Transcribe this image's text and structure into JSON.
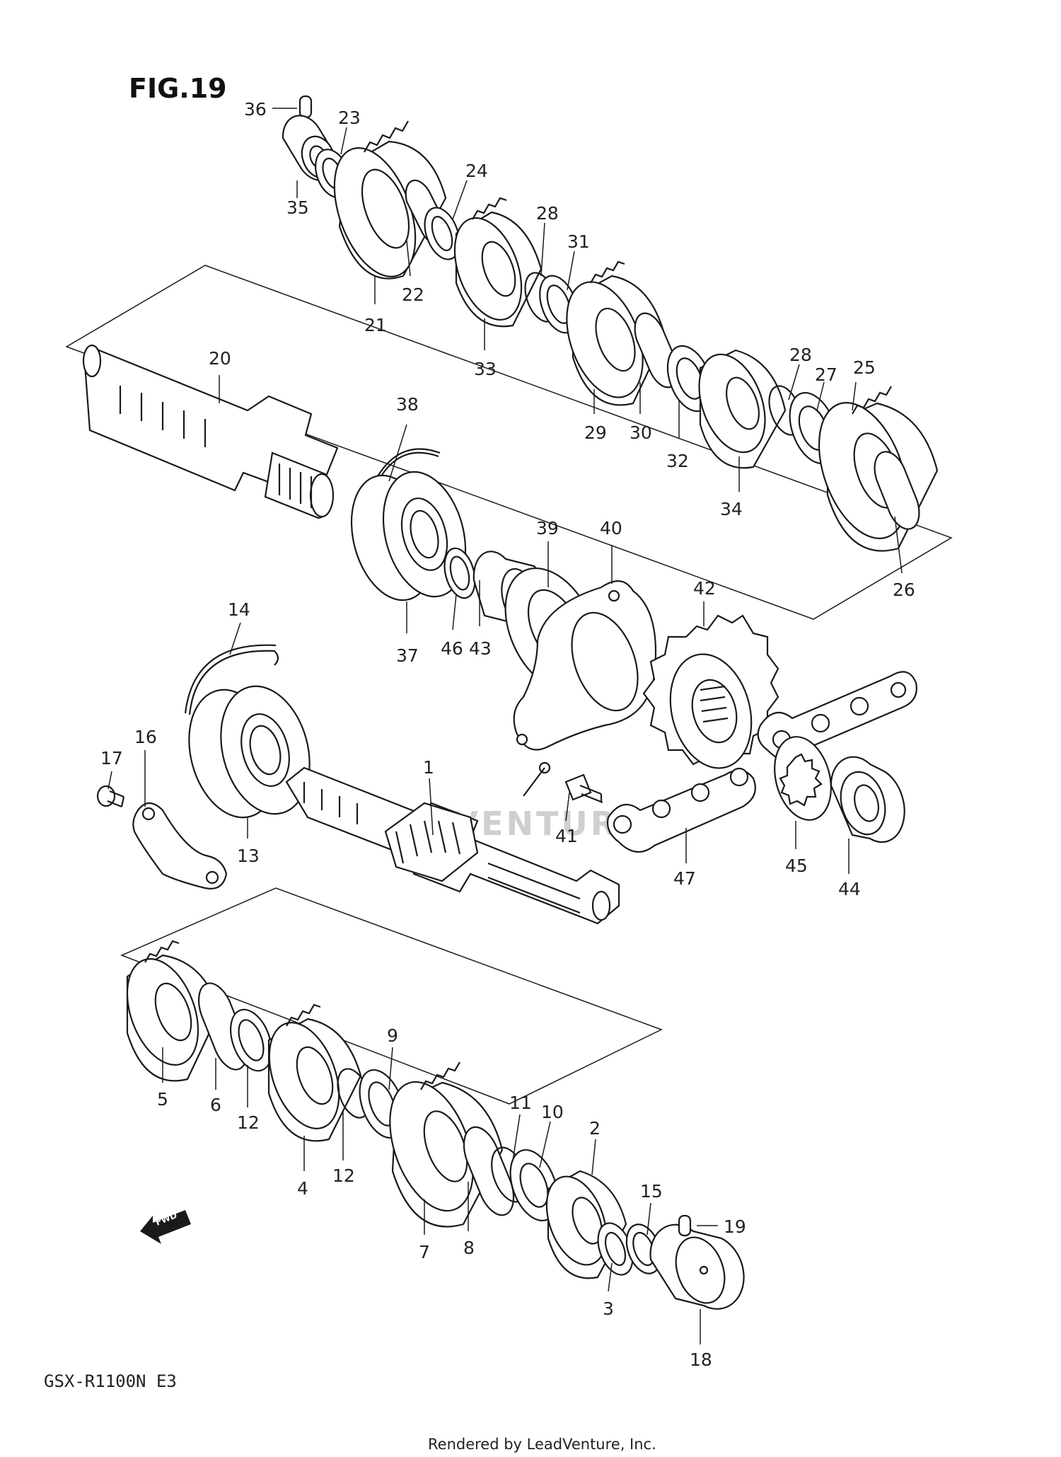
{
  "figure": {
    "title": "FIG.19",
    "model": "GSX-R1100N  E3",
    "credit": "Rendered by LeadVenture, Inc.",
    "watermark": "LEADVENTURE",
    "fwd_label": "FWD"
  },
  "callouts": [
    {
      "id": "c36",
      "text": "36"
    },
    {
      "id": "c23",
      "text": "23"
    },
    {
      "id": "c35",
      "text": "35"
    },
    {
      "id": "c24",
      "text": "24"
    },
    {
      "id": "c21",
      "text": "21"
    },
    {
      "id": "c22",
      "text": "22"
    },
    {
      "id": "c28a",
      "text": "28"
    },
    {
      "id": "c31",
      "text": "31"
    },
    {
      "id": "c33",
      "text": "33"
    },
    {
      "id": "c29",
      "text": "29"
    },
    {
      "id": "c30",
      "text": "30"
    },
    {
      "id": "c32",
      "text": "32"
    },
    {
      "id": "c34",
      "text": "34"
    },
    {
      "id": "c28b",
      "text": "28"
    },
    {
      "id": "c27",
      "text": "27"
    },
    {
      "id": "c25",
      "text": "25"
    },
    {
      "id": "c26",
      "text": "26"
    },
    {
      "id": "c20",
      "text": "20"
    },
    {
      "id": "c38",
      "text": "38"
    },
    {
      "id": "c37",
      "text": "37"
    },
    {
      "id": "c46",
      "text": "46"
    },
    {
      "id": "c43",
      "text": "43"
    },
    {
      "id": "c39",
      "text": "39"
    },
    {
      "id": "c40",
      "text": "40"
    },
    {
      "id": "c42",
      "text": "42"
    },
    {
      "id": "c14",
      "text": "14"
    },
    {
      "id": "c17",
      "text": "17"
    },
    {
      "id": "c16",
      "text": "16"
    },
    {
      "id": "c13",
      "text": "13"
    },
    {
      "id": "c1",
      "text": "1"
    },
    {
      "id": "c41",
      "text": "41"
    },
    {
      "id": "c47",
      "text": "47"
    },
    {
      "id": "c45",
      "text": "45"
    },
    {
      "id": "c44",
      "text": "44"
    },
    {
      "id": "c5",
      "text": "5"
    },
    {
      "id": "c6",
      "text": "6"
    },
    {
      "id": "c12a",
      "text": "12"
    },
    {
      "id": "c4",
      "text": "4"
    },
    {
      "id": "c12b",
      "text": "12"
    },
    {
      "id": "c9",
      "text": "9"
    },
    {
      "id": "c7",
      "text": "7"
    },
    {
      "id": "c8",
      "text": "8"
    },
    {
      "id": "c11",
      "text": "11"
    },
    {
      "id": "c10",
      "text": "10"
    },
    {
      "id": "c2",
      "text": "2"
    },
    {
      "id": "c3",
      "text": "3"
    },
    {
      "id": "c15",
      "text": "15"
    },
    {
      "id": "c19",
      "text": "19"
    },
    {
      "id": "c18",
      "text": "18"
    }
  ]
}
